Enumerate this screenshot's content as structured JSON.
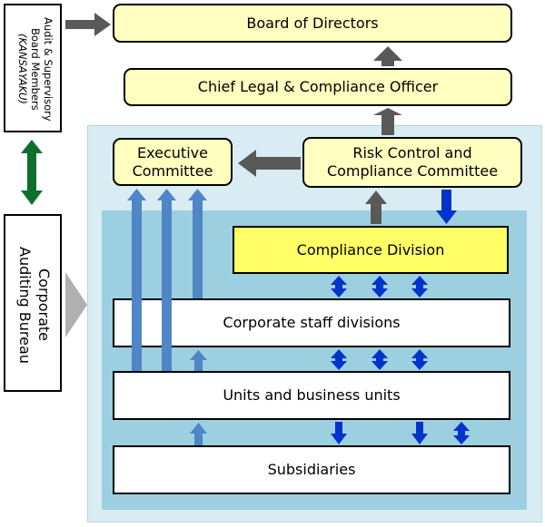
{
  "audit_board": {
    "line1": "Audit & Supervisory",
    "line2": "Board Members",
    "line3": "(KANSAYAKU)"
  },
  "auditing_bureau": {
    "line1": "Corporate",
    "line2": "Auditing Bureau"
  },
  "board_of_directors": "Board of Directors",
  "chief_legal": "Chief Legal & Compliance Officer",
  "executive_committee": {
    "line1": "Executive",
    "line2": "Committee"
  },
  "risk_control": {
    "line1": "Risk Control and",
    "line2": "Compliance Committee"
  },
  "compliance_division": "Compliance Division",
  "corporate_staff": "Corporate staff divisions",
  "units": "Units and business units",
  "subsidiaries": "Subsidiaries",
  "colors": {
    "outer_panel": "#d9ecf4",
    "inner_panel": "#9ccfe0",
    "yellow_box": "#ffffc0",
    "compliance_box": "#ffff66",
    "gray_arrow": "#595959",
    "dark_blue_arrow": "#0033cc",
    "light_blue_arrow": "#4f86c6",
    "green_arrow": "#0e6e2e",
    "chevron": "#b0b0b0"
  }
}
